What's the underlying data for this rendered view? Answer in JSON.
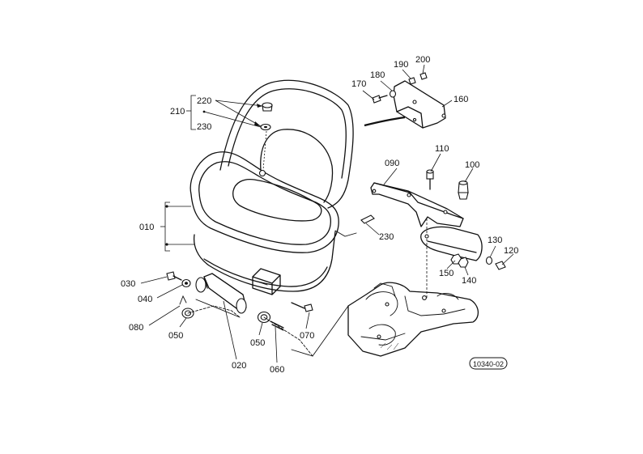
{
  "diagram": {
    "drawing_code": "10340-02",
    "callouts": {
      "c010": "010",
      "c020": "020",
      "c030": "030",
      "c040": "040",
      "c050a": "050",
      "c050b": "050",
      "c060": "060",
      "c070": "070",
      "c080": "080",
      "c090": "090",
      "c100": "100",
      "c110": "110",
      "c120": "120",
      "c130": "130",
      "c140": "140",
      "c150": "150",
      "c160": "160",
      "c170": "170",
      "c180": "180",
      "c190": "190",
      "c200": "200",
      "c210": "210",
      "c220": "220",
      "c230a": "230",
      "c230b": "230"
    }
  }
}
